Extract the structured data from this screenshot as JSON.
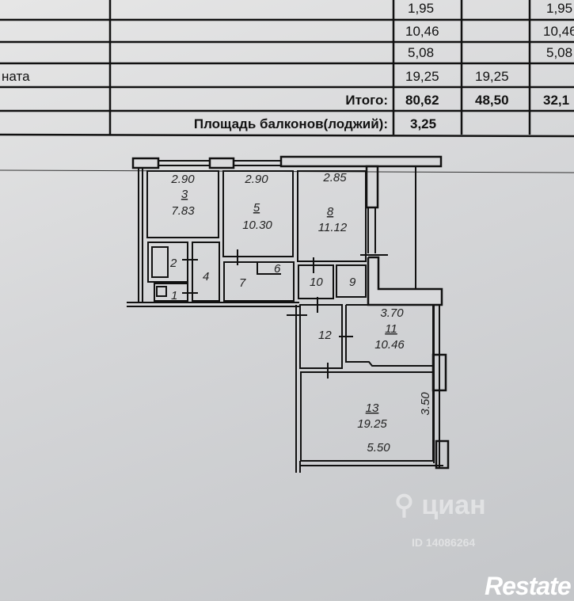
{
  "table": {
    "rows": [
      {
        "label": "",
        "total": "1,95",
        "living": "",
        "aux": "1,95"
      },
      {
        "label": "",
        "total": "10,46",
        "living": "",
        "aux": "10,46"
      },
      {
        "label": "",
        "total": "5,08",
        "living": "",
        "aux": "5,08"
      },
      {
        "label": "ната",
        "total": "19,25",
        "living": "19,25",
        "aux": ""
      }
    ],
    "totals": {
      "label": "Итого:",
      "total": "80,62",
      "living": "48,50",
      "aux": "32,1"
    },
    "balcony": {
      "label": "Площадь балконов(лоджий):",
      "value": "3,25"
    }
  },
  "plan": {
    "rooms": [
      {
        "number": "3",
        "area": "7.83",
        "width": "2.90"
      },
      {
        "number": "5",
        "area": "10.30",
        "width": "2.90"
      },
      {
        "number": "8",
        "area": "11.12",
        "width": "2.85"
      },
      {
        "number": "1"
      },
      {
        "number": "2"
      },
      {
        "number": "4"
      },
      {
        "number": "6"
      },
      {
        "number": "7"
      },
      {
        "number": "9"
      },
      {
        "number": "10"
      },
      {
        "number": "12"
      },
      {
        "number": "11",
        "area": "10.46",
        "width": "3.70"
      },
      {
        "number": "13",
        "area": "19.25",
        "width": "5.50",
        "depth": "3.50"
      }
    ]
  },
  "watermarks": {
    "cian": "циан",
    "cian_id": "ID 14086264",
    "restate": "Restate"
  }
}
